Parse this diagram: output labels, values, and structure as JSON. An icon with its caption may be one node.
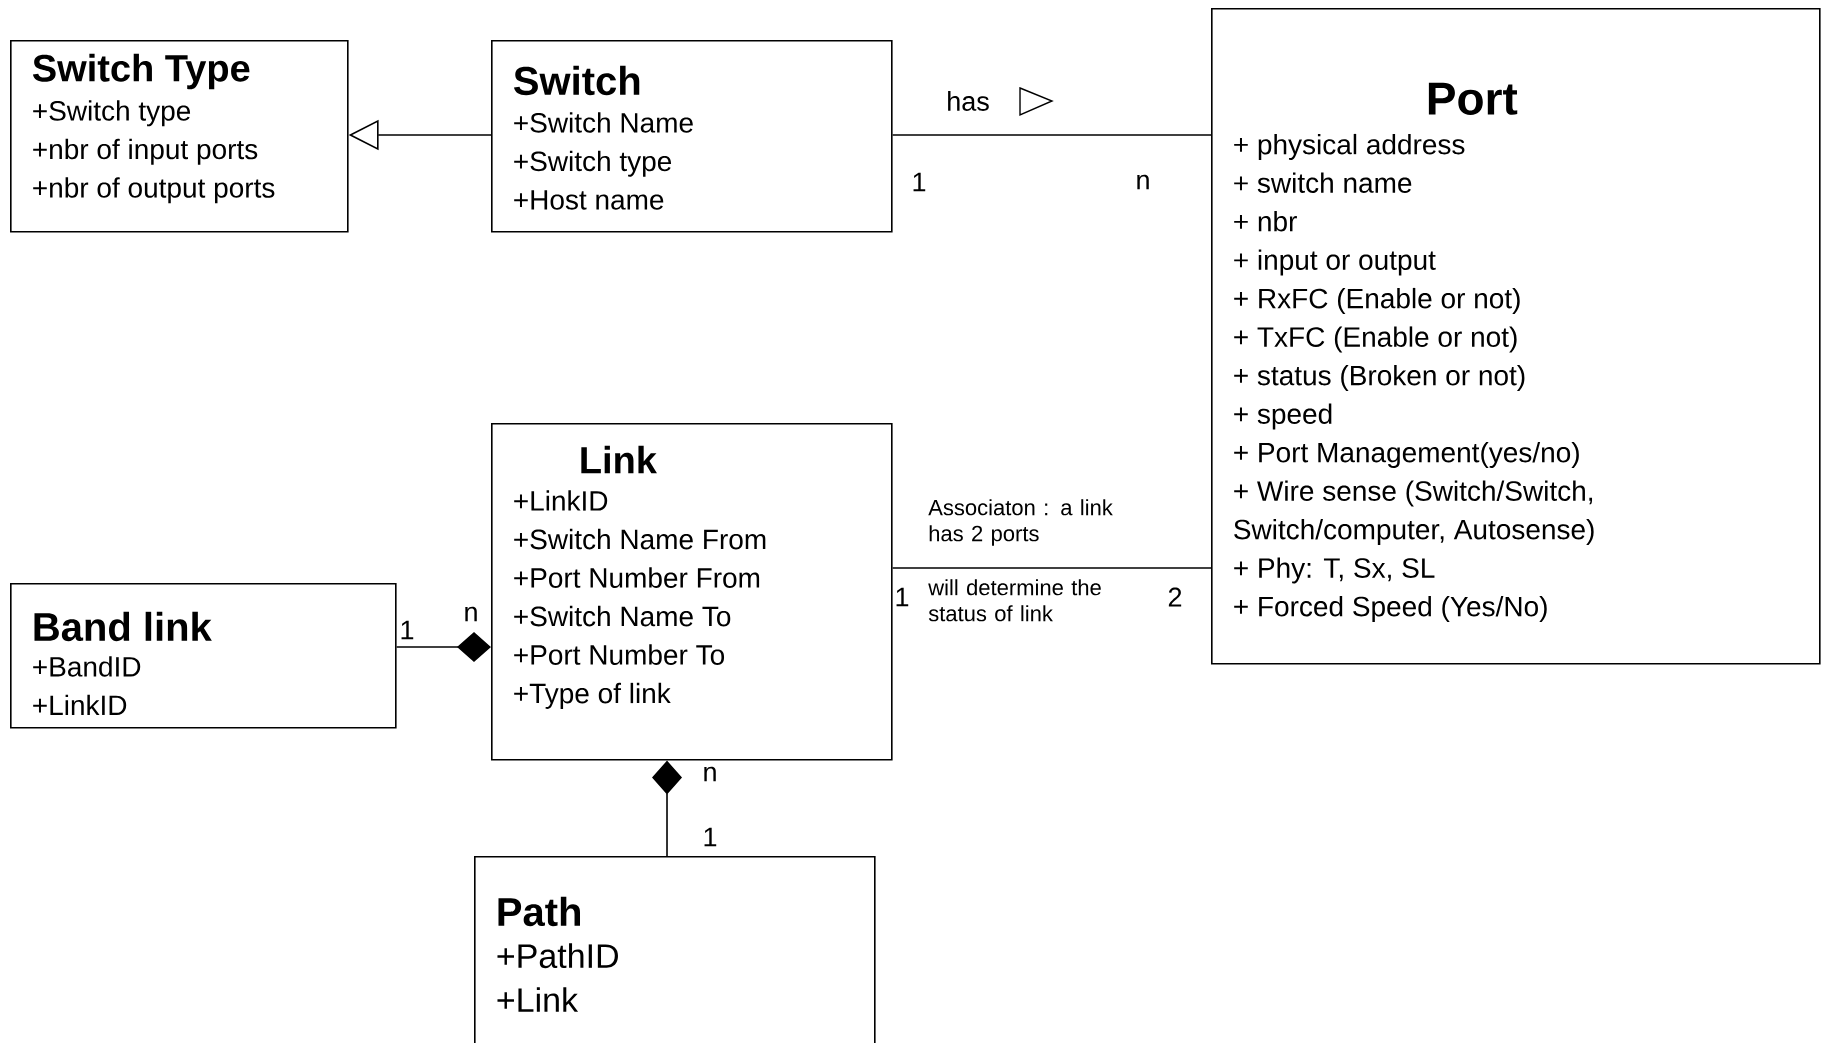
{
  "diagram": {
    "nodes": [
      {
        "text": [
          "Switch Type",
          "+Switch type",
          "+nbr of input ports",
          "+nbr of output ports"
        ]
      },
      {
        "text": [
          "Switch",
          "+Switch Name",
          "+Switch type",
          "+Host name"
        ]
      },
      {
        "text": [
          "Port",
          "+ physical address",
          "+ switch name",
          "+ nbr",
          "+ input or output",
          "+ RxFC (Enable or not)",
          "+ TxFC (Enable or not)",
          "+ status (Broken or not)",
          "+ speed",
          "+ Port Management(yes/no)",
          "+ Wire sense (Switch/Switch, Switch/computer, Autosense)",
          "+ Phy: T, Sx, SL",
          "+ Forced Speed (Yes/No)"
        ]
      },
      {
        "text": [
          "Link",
          "+LinkID",
          "+Switch Name From",
          "+Port Number From",
          "+Switch Name To",
          "+Port Number To",
          "+Type of link"
        ]
      },
      {
        "text": [
          "Band link",
          "+BandID",
          "+LinkID"
        ]
      },
      {
        "text": [
          "Path",
          "+PathID",
          "+Link"
        ]
      }
    ],
    "edges": [
      {
        "from": 1,
        "to": 0,
        "arrow": "to"
      },
      {
        "from": 1,
        "to": 2,
        "arrow": "none",
        "label": "has"
      },
      {
        "from": 3,
        "to": 2,
        "arrow": "none",
        "label": "Associaton : a link has 2 ports"
      },
      {
        "from": 4,
        "to": 3,
        "arrow": "other"
      },
      {
        "from": 5,
        "to": 3,
        "arrow": "other"
      }
    ],
    "labels": [
      "1",
      "n",
      "1",
      "will determine the status of link",
      "2",
      "n",
      "1",
      "n",
      "1"
    ]
  }
}
